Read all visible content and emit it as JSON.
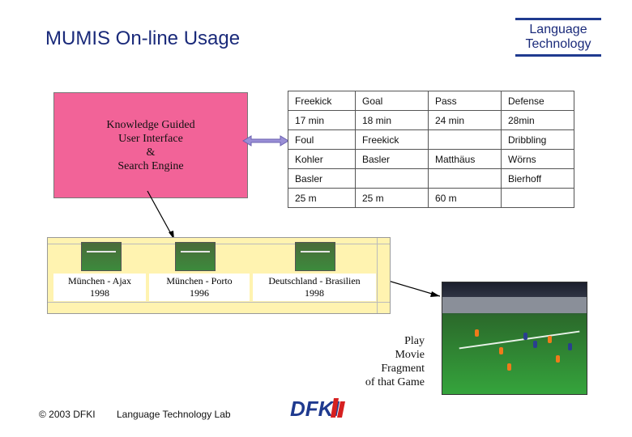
{
  "title": "MUMIS On-line Usage",
  "logo_text": "Language Technology",
  "knowledge_box": {
    "lines": [
      "Knowledge Guided",
      "User Interface",
      "&",
      "Search Engine"
    ],
    "color": "#f26398"
  },
  "table": [
    [
      "Freekick",
      "Goal",
      "Pass",
      "Defense"
    ],
    [
      "17 min",
      "18 min",
      "24 min",
      "28min"
    ],
    [
      "Foul",
      "Freekick",
      "",
      "Dribbling"
    ],
    [
      "Kohler",
      "Basler",
      "Matthäus",
      "Wörns"
    ],
    [
      "Basler",
      "",
      "",
      "Bierhoff"
    ],
    [
      "25 m",
      "25 m",
      "60 m",
      ""
    ]
  ],
  "matches": [
    {
      "line1": "München - Ajax",
      "line2": "1998"
    },
    {
      "line1": "München - Porto",
      "line2": "1996"
    },
    {
      "line1": "Deutschland - Brasilien",
      "line2": "1998"
    }
  ],
  "play_caption": [
    "Play",
    "Movie",
    "Fragment",
    "of that Game"
  ],
  "footer": {
    "copyright": "© 2003 DFKI",
    "lab": "Language Technology Lab",
    "logo": "DFKI"
  }
}
